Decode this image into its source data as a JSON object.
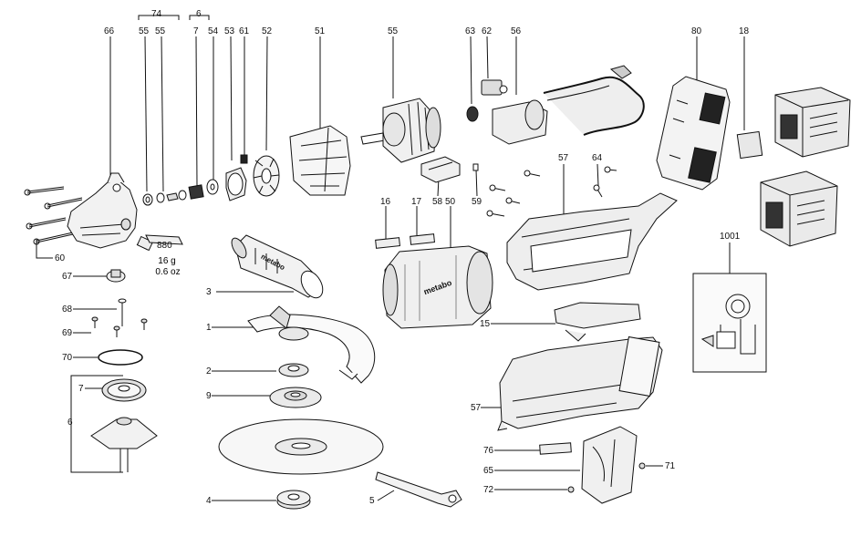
{
  "diagram": {
    "labels": [
      {
        "id": "p66",
        "text": "66"
      },
      {
        "id": "p74",
        "text": "74"
      },
      {
        "id": "p6top",
        "text": "6"
      },
      {
        "id": "p55a",
        "text": "55"
      },
      {
        "id": "p55b",
        "text": "55"
      },
      {
        "id": "p7top",
        "text": "7"
      },
      {
        "id": "p54",
        "text": "54"
      },
      {
        "id": "p53",
        "text": "53"
      },
      {
        "id": "p61",
        "text": "61"
      },
      {
        "id": "p52",
        "text": "52"
      },
      {
        "id": "p51",
        "text": "51"
      },
      {
        "id": "p55c",
        "text": "55"
      },
      {
        "id": "p63",
        "text": "63"
      },
      {
        "id": "p62",
        "text": "62"
      },
      {
        "id": "p56",
        "text": "56"
      },
      {
        "id": "p80",
        "text": "80"
      },
      {
        "id": "p18",
        "text": "18"
      },
      {
        "id": "p57top",
        "text": "57"
      },
      {
        "id": "p64",
        "text": "64"
      },
      {
        "id": "p16",
        "text": "16"
      },
      {
        "id": "p17",
        "text": "17"
      },
      {
        "id": "p50",
        "text": "50"
      },
      {
        "id": "p58",
        "text": "58"
      },
      {
        "id": "p59",
        "text": "59"
      },
      {
        "id": "p1001",
        "text": "1001"
      },
      {
        "id": "p880",
        "text": "880"
      },
      {
        "id": "p60",
        "text": "60"
      },
      {
        "id": "p67",
        "text": "67"
      },
      {
        "id": "p3",
        "text": "3"
      },
      {
        "id": "p68",
        "text": "68"
      },
      {
        "id": "p15",
        "text": "15"
      },
      {
        "id": "p69",
        "text": "69"
      },
      {
        "id": "p1",
        "text": "1"
      },
      {
        "id": "p70",
        "text": "70"
      },
      {
        "id": "p2",
        "text": "2"
      },
      {
        "id": "p7side",
        "text": "7"
      },
      {
        "id": "p9",
        "text": "9"
      },
      {
        "id": "p57bot",
        "text": "57"
      },
      {
        "id": "p6side",
        "text": "6"
      },
      {
        "id": "p76",
        "text": "76"
      },
      {
        "id": "p65",
        "text": "65"
      },
      {
        "id": "p71",
        "text": "71"
      },
      {
        "id": "p72",
        "text": "72"
      },
      {
        "id": "p4",
        "text": "4"
      },
      {
        "id": "p5",
        "text": "5"
      }
    ],
    "weight_note": {
      "grams": "16 g",
      "ounces": "0.6 oz"
    },
    "brand_text": "metabo"
  }
}
